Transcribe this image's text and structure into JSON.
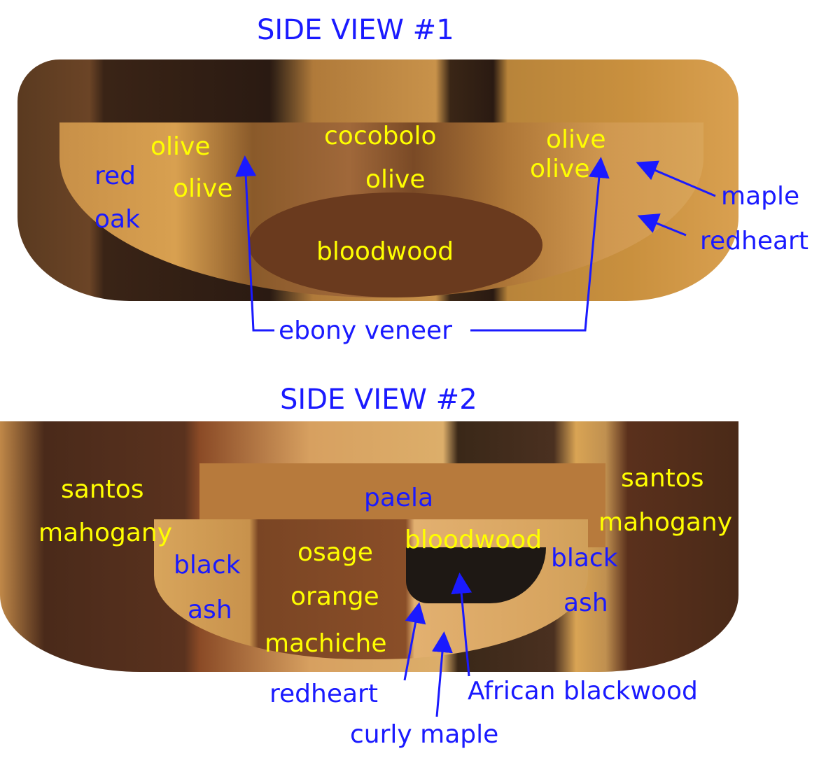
{
  "view1": {
    "title": "SIDE VIEW #1",
    "labels": {
      "olive_a": "olive",
      "olive_b": "olive",
      "cocobolo": "cocobolo",
      "olive_c": "olive",
      "olive_d": "olive",
      "olive_e": "olive",
      "bloodwood": "bloodwood",
      "red": "red",
      "oak": "oak",
      "maple": "maple",
      "redheart": "redheart",
      "ebony": "ebony veneer"
    }
  },
  "view2": {
    "title": "SIDE VIEW #2",
    "labels": {
      "santos_l": "santos",
      "mahogany_l": "mahogany",
      "paela": "paela",
      "santos_r": "santos",
      "mahogany_r": "mahogany",
      "black_l": "black",
      "ash_l": "ash",
      "osage": "osage",
      "orange": "orange",
      "machiche": "machiche",
      "bloodwood": "bloodwood",
      "black_r": "black",
      "ash_r": "ash",
      "redheart": "redheart",
      "african": "African blackwood",
      "curly": "curly maple"
    }
  },
  "colors": {
    "label_yellow": "#ffff00",
    "label_blue": "#1a1aff"
  }
}
